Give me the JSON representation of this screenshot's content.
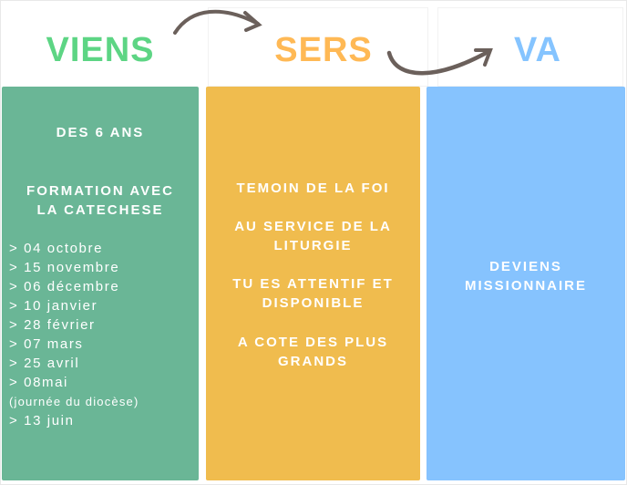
{
  "header": {
    "viens": "VIENS",
    "sers": "SERS",
    "va": "VA"
  },
  "colors": {
    "viens_title": "#5dd584",
    "sers_title": "#ffb955",
    "va_title": "#85c4ff",
    "viens_bg": "#6ab696",
    "sers_bg": "#f0bc4e",
    "va_bg": "#86c3fe"
  },
  "viens": {
    "age": "DES 6 ANS",
    "formation_line1": "FORMATION AVEC",
    "formation_line2": "LA CATECHESE",
    "dates": [
      "> 04 octobre",
      "> 15 novembre",
      "> 06 décembre",
      "> 10 janvier",
      "> 28 février",
      "> 07 mars",
      "> 25 avril",
      "> 08mai",
      " (journée du diocèse)",
      "> 13 juin"
    ]
  },
  "sers": {
    "l1": "TEMOIN DE LA FOI",
    "l2a": "AU SERVICE DE LA",
    "l2b": "LITURGIE",
    "l3a": "TU ES ATTENTIF ET",
    "l3b": "DISPONIBLE",
    "l4a": "A COTE DES PLUS",
    "l4b": "GRANDS"
  },
  "va": {
    "l1": "DEVIENS",
    "l2": "MISSIONNAIRE"
  }
}
